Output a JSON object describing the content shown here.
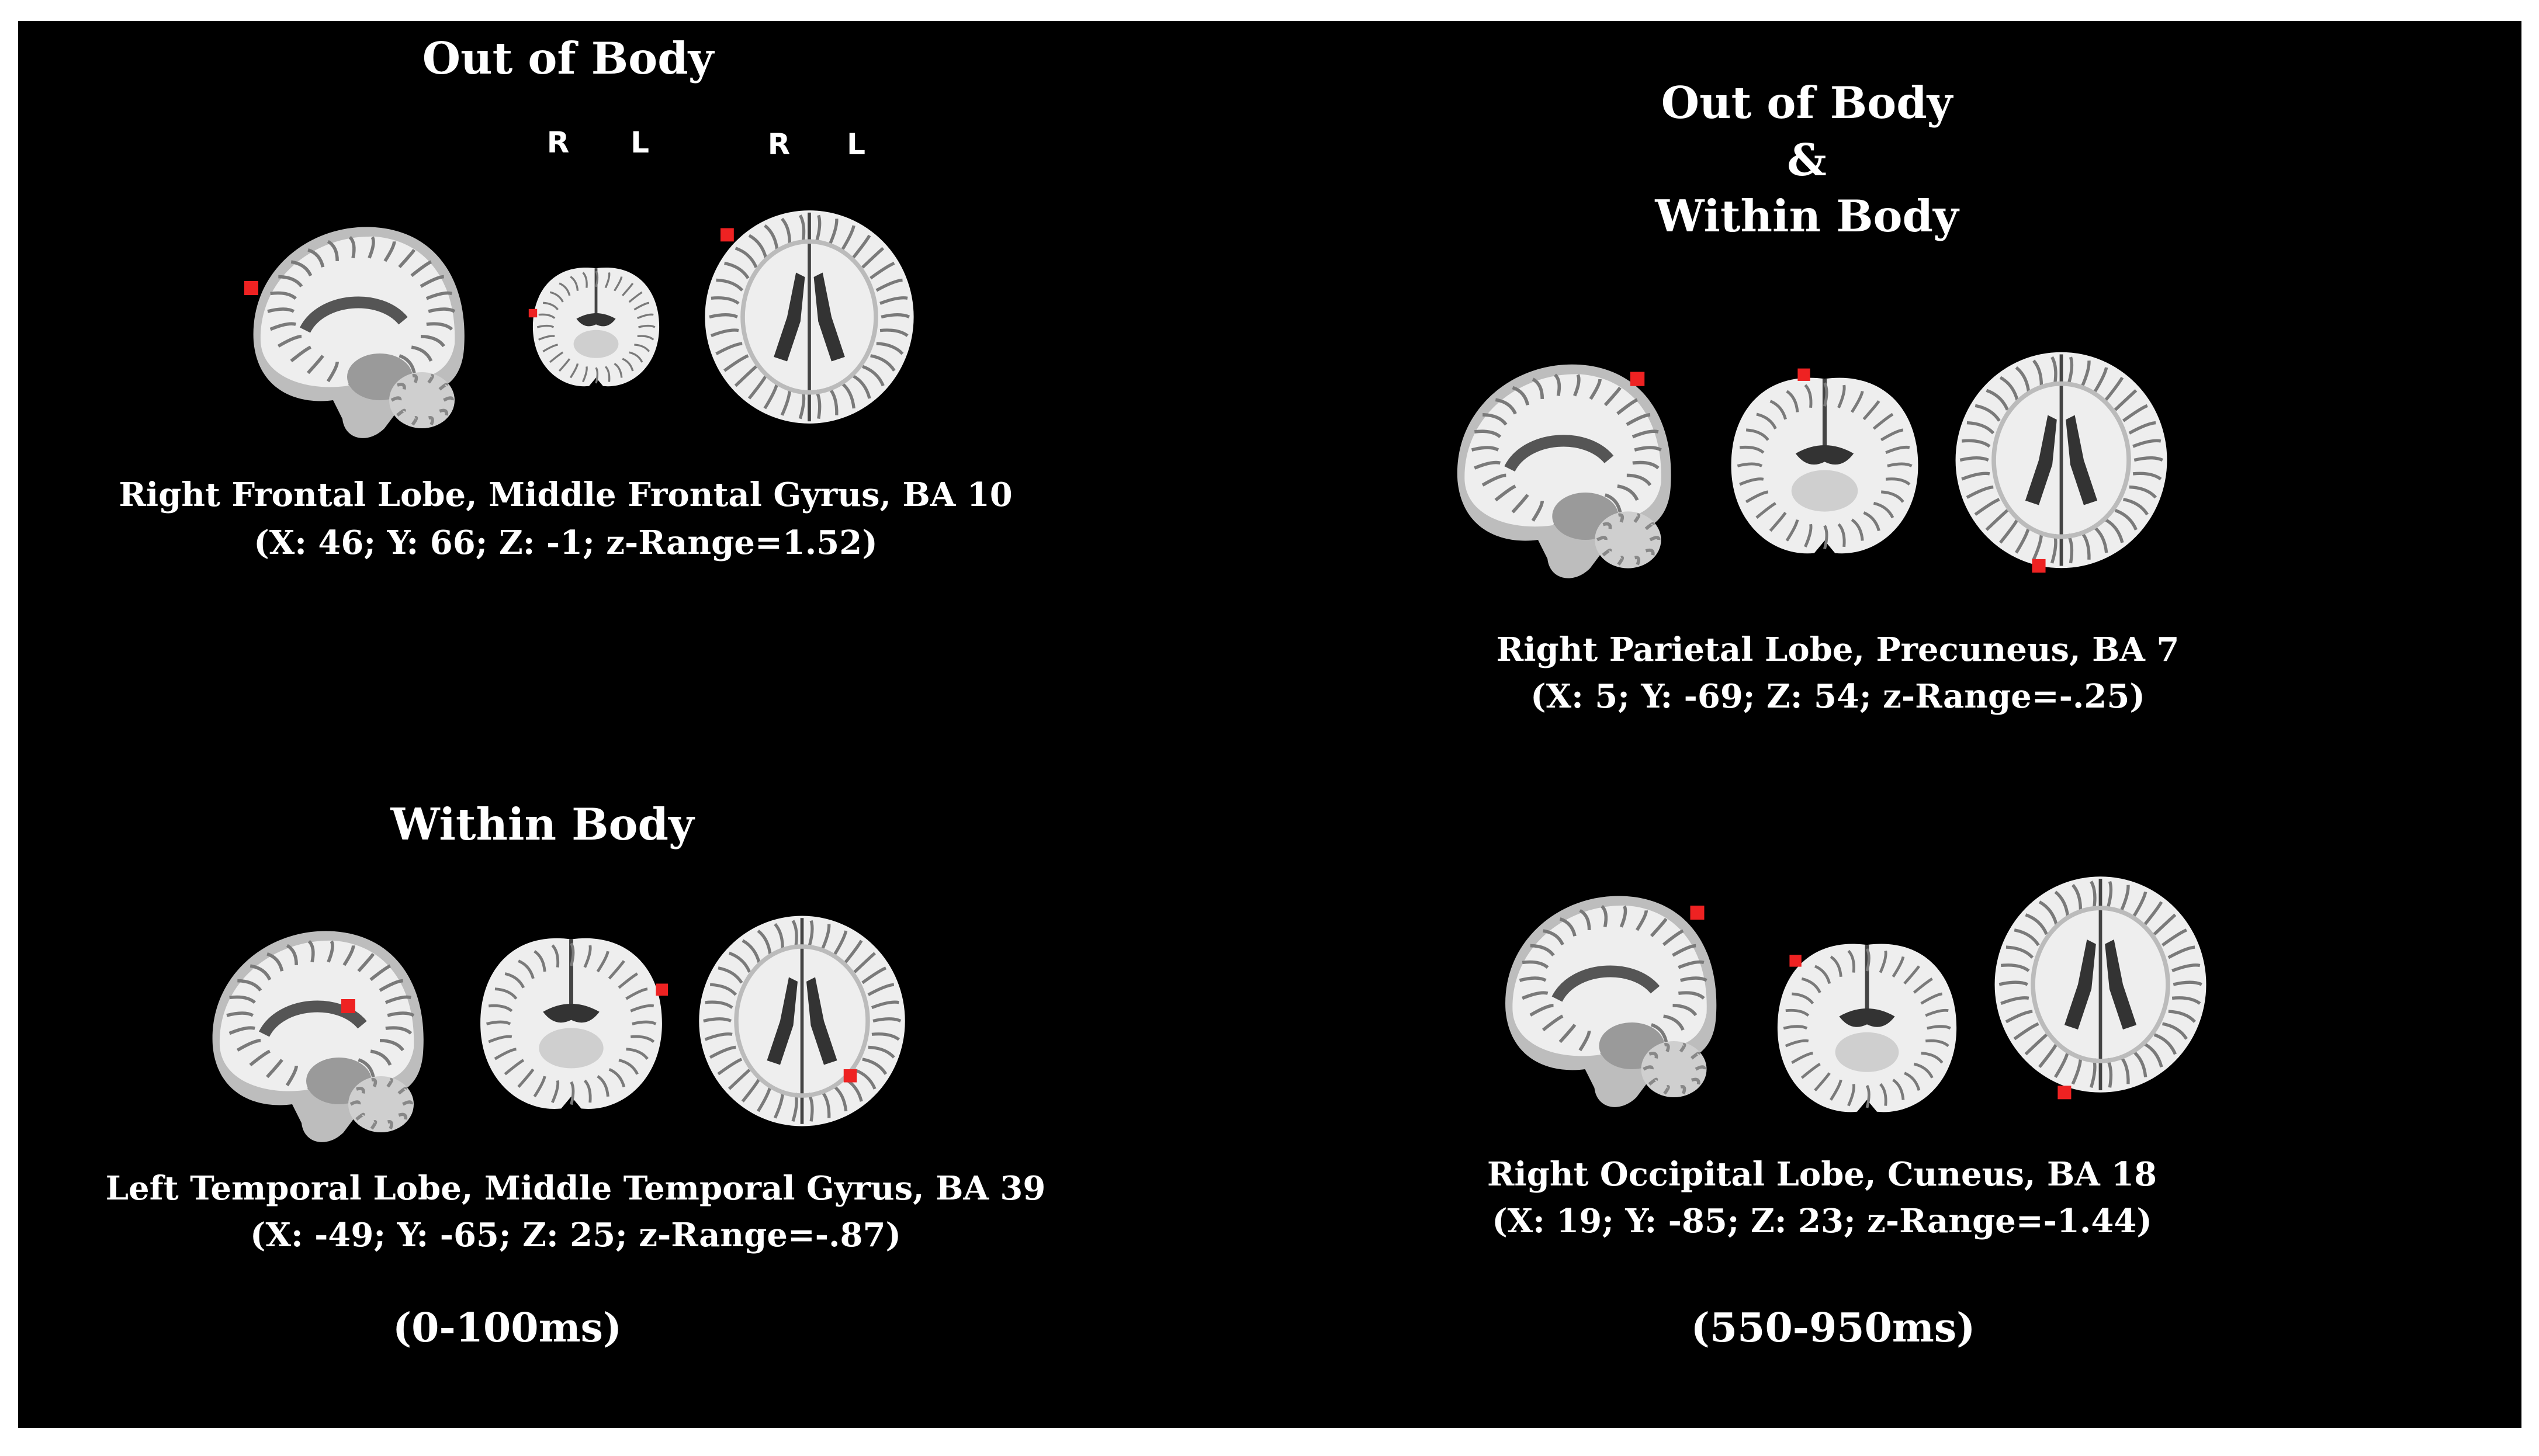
{
  "figure": {
    "background": "#000000",
    "marker_color": "#ee2222",
    "panels": [
      {
        "id": "out-of-body",
        "title": [
          "Out of Body"
        ],
        "orientation_labels": [
          [
            "R",
            "L"
          ],
          [
            "R",
            "L"
          ]
        ],
        "region": "Right Frontal Lobe, Middle Frontal Gyrus, BA 10",
        "coords": "(X: 46; Y: 66; Z: -1; z-Range=1.52)"
      },
      {
        "id": "out-and-within-body",
        "title": [
          "Out of Body",
          "&",
          "Within Body"
        ],
        "region": "Right Parietal Lobe, Precuneus, BA 7",
        "coords": "(X: 5; Y: -69; Z: 54; z-Range=-.25)"
      },
      {
        "id": "within-body",
        "title": [
          "Within Body"
        ],
        "region": "Left Temporal Lobe, Middle Temporal Gyrus, BA 39",
        "coords": "(X: -49; Y:  -65; Z: 25; z-Range=-.87)"
      },
      {
        "id": "occipital",
        "title": [],
        "region": "Right Occipital Lobe, Cuneus, BA 18",
        "coords": "(X: 19; Y: -85; Z: 23; z-Range=-1.44)"
      }
    ],
    "time_windows": [
      "(0-100ms)",
      "(550-950ms)"
    ]
  }
}
